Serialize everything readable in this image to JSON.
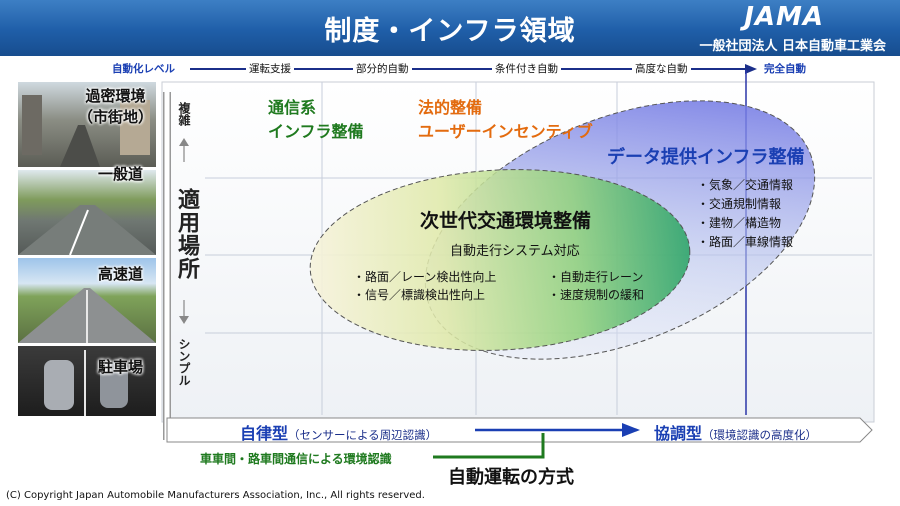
{
  "header": {
    "title": "制度・インフラ領域"
  },
  "logo": {
    "mark": "JAMA",
    "corp": "一般社団法人 日本自動車工業会"
  },
  "automation_levels": {
    "axis_label": "自動化レベル",
    "levels": [
      "運転支援",
      "部分的自動",
      "条件付き自動",
      "高度な自動"
    ],
    "final": "完全自動"
  },
  "locations": [
    {
      "label": "過密環境\n（市街地）"
    },
    {
      "label": "一般道"
    },
    {
      "label": "高速道"
    },
    {
      "label": "駐車場"
    }
  ],
  "y_axis": {
    "title": "適用場所",
    "top": "複雑",
    "bottom": "シンプル"
  },
  "x_axis": {
    "left_main": "自律型",
    "left_sub": "（センサーによる周辺認識）",
    "right_main": "協調型",
    "right_sub": "（環境認識の高度化）",
    "v2x": "車車間・路車間通信による環境認識",
    "title": "自動運転の方式"
  },
  "categories": {
    "comm": {
      "line1": "通信系",
      "line2": "インフラ整備",
      "color": "#1f7a1f"
    },
    "legal": {
      "line1": "法的整備",
      "line2": "ユーザーインセンティブ",
      "color": "#e36b0f"
    }
  },
  "data_infra": {
    "title": "データ提供インフラ整備",
    "items": [
      "・気象／交通情報",
      "・交通規制情報",
      "・建物／構造物",
      "・路面／車線情報"
    ]
  },
  "next_gen": {
    "title": "次世代交通環境整備",
    "subtitle": "自動走行システム対応",
    "left_items": [
      "・路面／レーン検出性向上",
      "・信号／標識検出性向上"
    ],
    "right_items": [
      "・自動走行レーン",
      "・速度規制の緩和"
    ]
  },
  "footer": {
    "copyright": "(C) Copyright Japan Automobile Manufacturers Association, Inc., All rights reserved."
  },
  "colors": {
    "header": "#1f5ea8",
    "accent_blue": "#1a3fb3",
    "green": "#1f7a1f",
    "orange": "#e36b0f",
    "navy": "#1b2f8a"
  }
}
